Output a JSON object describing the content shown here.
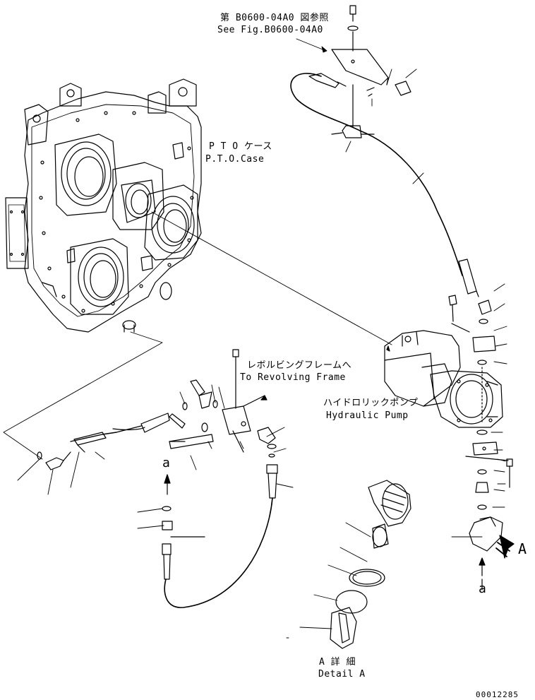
{
  "labels": {
    "ref_jp": "第 B0600-04A0 図参照",
    "ref_en": "See Fig.B0600-04A0",
    "pto_jp": "P T O ケース",
    "pto_en": "P.T.O.Case",
    "frame_jp": "レボルビングフレームへ",
    "frame_en": "To Revolving Frame",
    "pump_jp": "ハイドロリックポンプ",
    "pump_en": "Hydraulic Pump",
    "view_a": "A",
    "mark_a1": "a",
    "mark_a2": "a",
    "detail_jp": "A 詳 細",
    "detail_en": "Detail A",
    "drawing_no": "00012285"
  },
  "colors": {
    "line": "#000000",
    "paper": "#ffffff"
  }
}
